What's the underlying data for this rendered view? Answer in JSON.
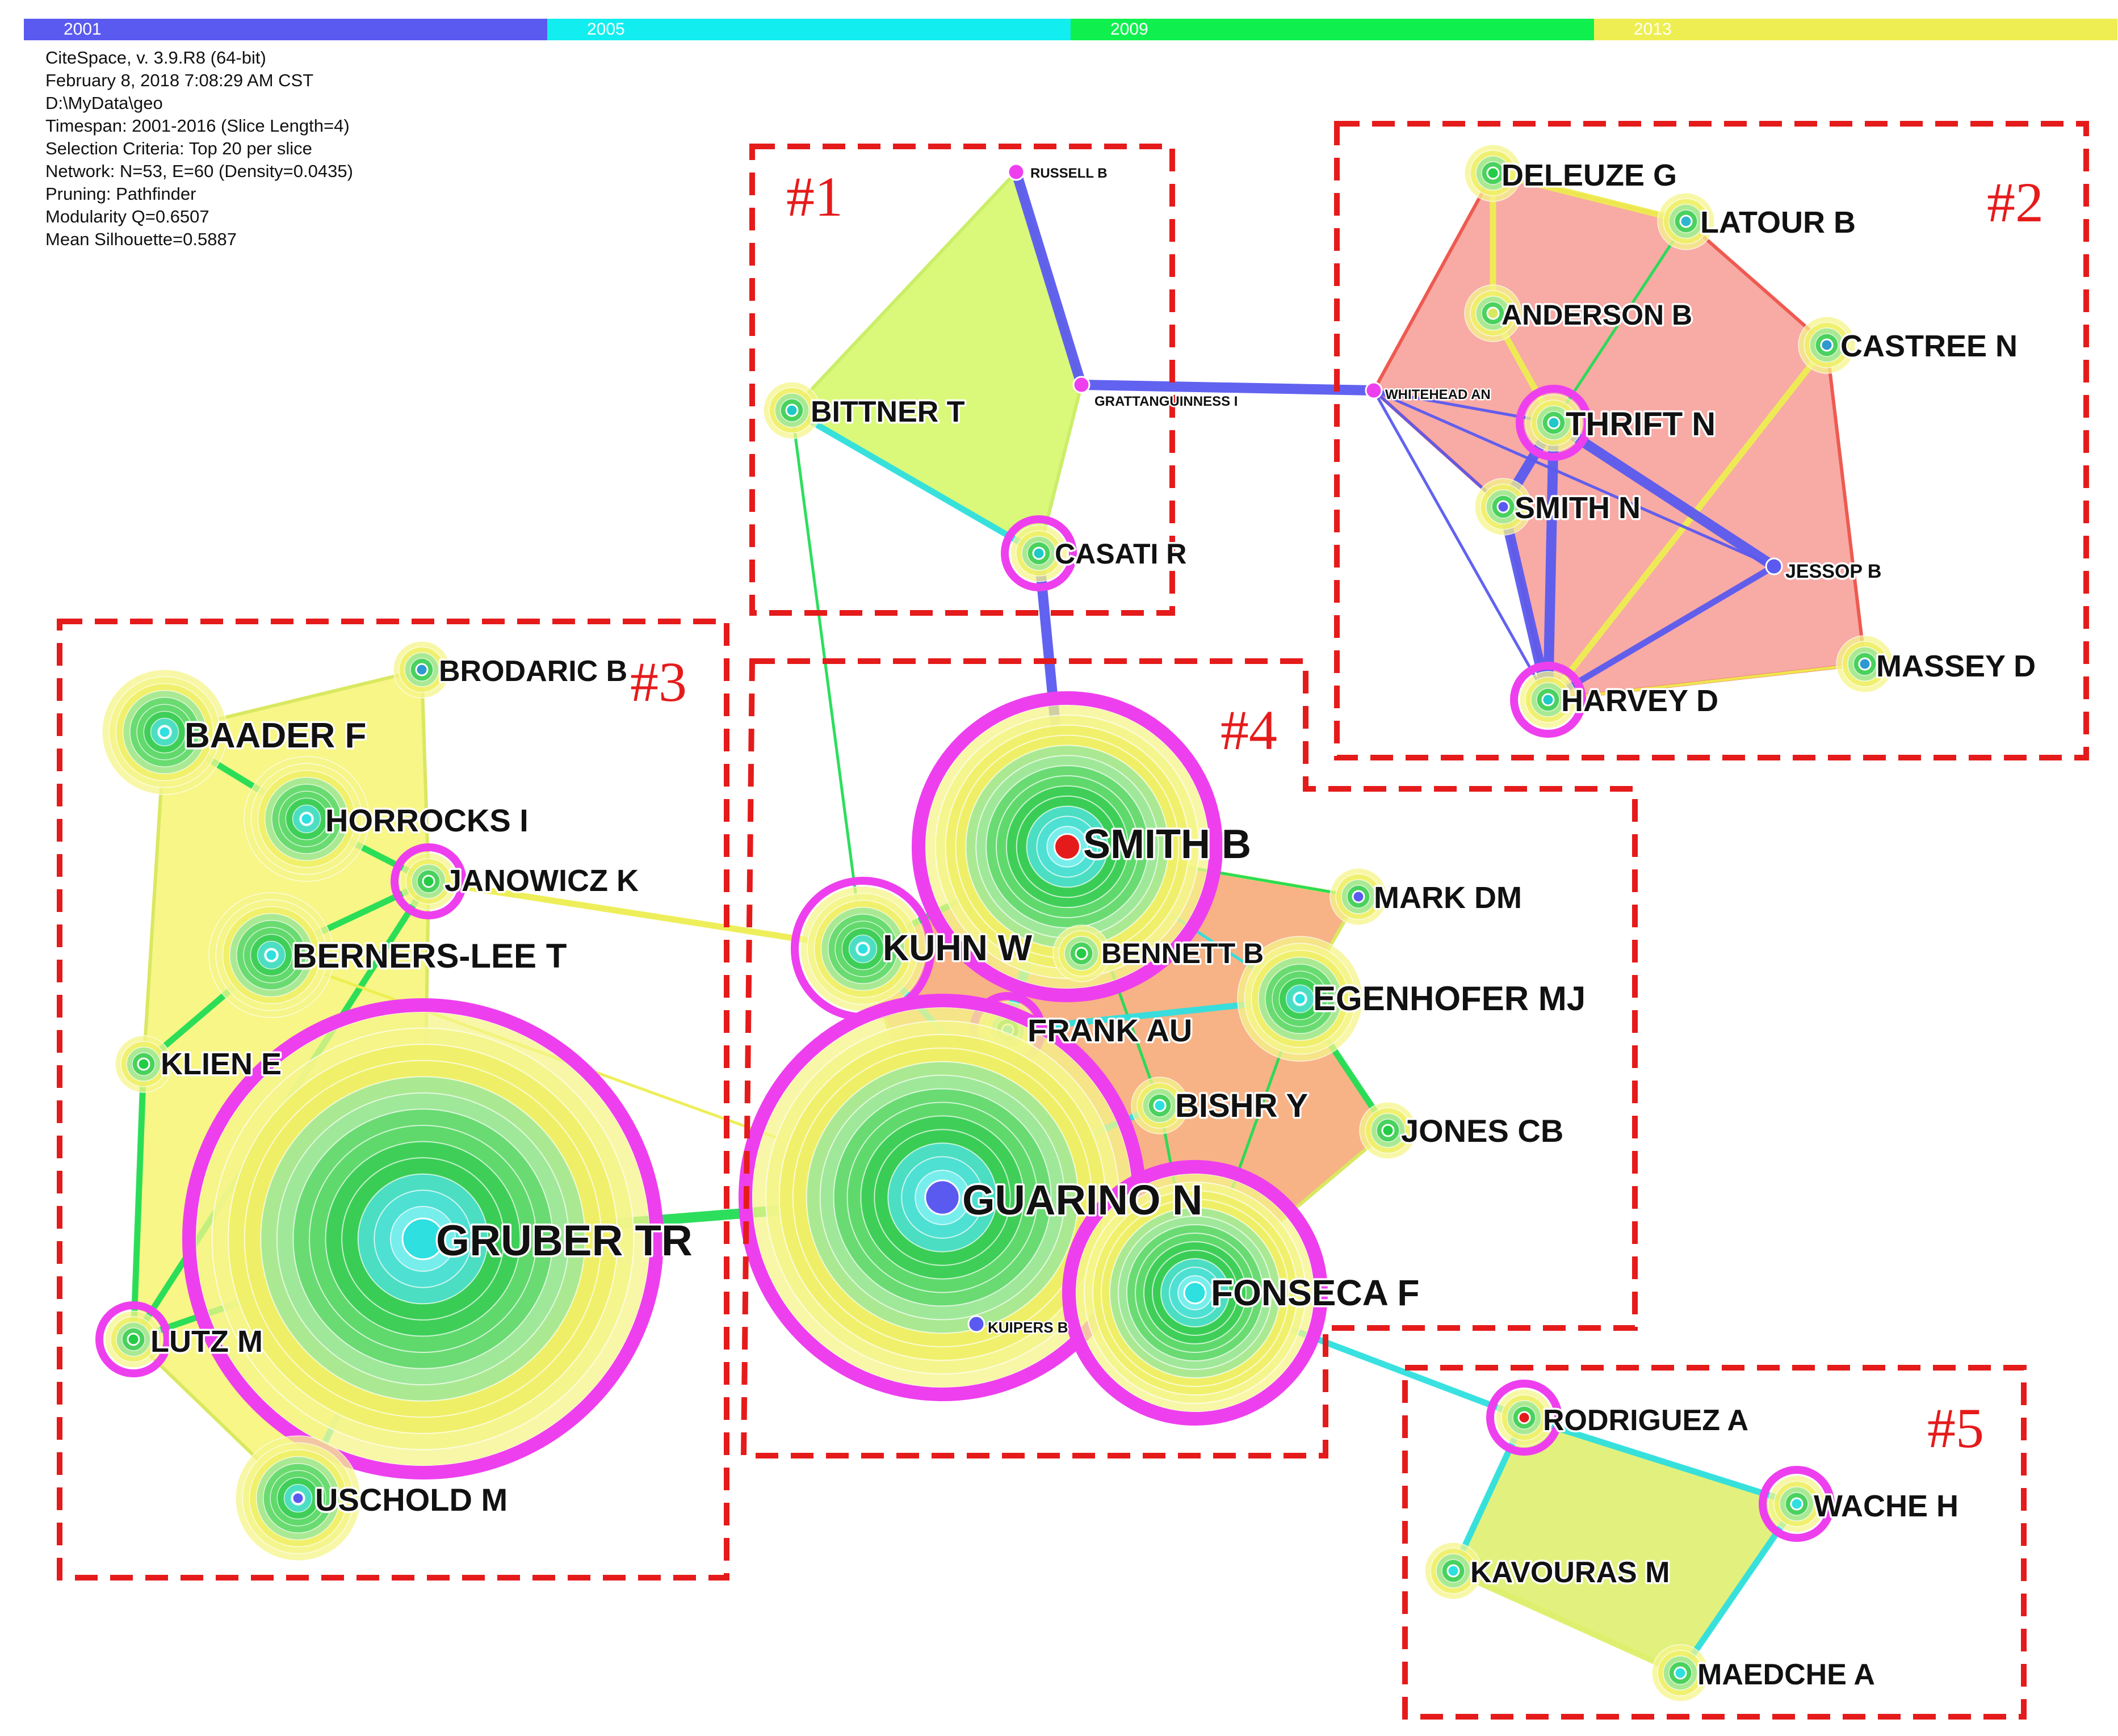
{
  "timeline": [
    {
      "label": "2001",
      "color": "#5a5af0"
    },
    {
      "label": "2005",
      "color": "#12eef0"
    },
    {
      "label": "2009",
      "color": "#0ff04e"
    },
    {
      "label": "2013",
      "color": "#eeee52"
    }
  ],
  "info": {
    "line1": "CiteSpace, v. 3.9.R8 (64-bit)",
    "line2": "February 8, 2018 7:08:29 AM CST",
    "line3": "D:\\MyData\\geo",
    "line4": "Timespan: 2001-2016 (Slice Length=4)",
    "line5": "Selection Criteria: Top 20 per slice",
    "line6": "Network: N=53, E=60 (Density=0.0435)",
    "line7": "Pruning: Pathfinder",
    "line8": "Modularity Q=0.6507",
    "line9": "Mean Silhouette=0.5887"
  },
  "colors": {
    "dash": "#e51b1b",
    "purple_ring": "#ee3fee",
    "cluster1": "#d6f76b",
    "cluster2": "#f7a19b",
    "cluster3": "#f6f57a",
    "cluster4": "#f6ab78",
    "cluster5": "#dff06f"
  },
  "clusters": [
    {
      "id": "c1",
      "label": "#1"
    },
    {
      "id": "c2",
      "label": "#2"
    },
    {
      "id": "c3",
      "label": "#3"
    },
    {
      "id": "c4",
      "label": "#4"
    },
    {
      "id": "c5",
      "label": "#5"
    }
  ],
  "nodes": [
    {
      "id": "RUSSELL B",
      "cluster": "c1",
      "label": "RUSSELL B",
      "size": "tiny",
      "center": "#ee3fee"
    },
    {
      "id": "GRATTANGUINNESS I",
      "cluster": "c1",
      "label": "GRATTANGUINNESS I",
      "size": "tiny",
      "center": "#ee3fee"
    },
    {
      "id": "BITTNER T",
      "cluster": "c1",
      "label": "BITTNER T",
      "size": "small",
      "center": "#20c8c8"
    },
    {
      "id": "CASATI R",
      "cluster": "c1",
      "label": "CASATI R",
      "size": "small",
      "center": "#20c8c8",
      "burst": true
    },
    {
      "id": "DELEUZE G",
      "cluster": "c2",
      "label": "DELEUZE G",
      "size": "small",
      "center": "#22cc44"
    },
    {
      "id": "LATOUR B",
      "cluster": "c2",
      "label": "LATOUR B",
      "size": "small",
      "center": "#2fb6cf"
    },
    {
      "id": "ANDERSON B",
      "cluster": "c2",
      "label": "ANDERSON B",
      "size": "small",
      "center": "#d8e860"
    },
    {
      "id": "CASTREE N",
      "cluster": "c2",
      "label": "CASTREE N",
      "size": "small",
      "center": "#2f99cf"
    },
    {
      "id": "WHITEHEAD AN",
      "cluster": "c2",
      "label": "WHITEHEAD AN",
      "size": "tiny",
      "center": "#ee3fee"
    },
    {
      "id": "THRIFT N",
      "cluster": "c2",
      "label": "THRIFT N",
      "size": "small",
      "center": "#20c8c8",
      "burst": true
    },
    {
      "id": "SMITH N",
      "cluster": "c2",
      "label": "SMITH N",
      "size": "small",
      "center": "#5a5af0"
    },
    {
      "id": "JESSOP B",
      "cluster": "c2",
      "label": "JESSOP B",
      "size": "tiny",
      "center": "#5a5af0"
    },
    {
      "id": "MASSEY D",
      "cluster": "c2",
      "label": "MASSEY D",
      "size": "small",
      "center": "#2f99cf"
    },
    {
      "id": "HARVEY D",
      "cluster": "c2",
      "label": "HARVEY D",
      "size": "small",
      "center": "#20c8c8",
      "burst": true
    },
    {
      "id": "BRODARIC B",
      "cluster": "c3",
      "label": "BRODARIC B",
      "size": "small",
      "center": "#2f99cf"
    },
    {
      "id": "BAADER F",
      "cluster": "c3",
      "label": "BAADER F",
      "size": "medium",
      "center": "#2fe0e0"
    },
    {
      "id": "HORROCKS I",
      "cluster": "c3",
      "label": "HORROCKS I",
      "size": "medium",
      "center": "#2fe0e0"
    },
    {
      "id": "JANOWICZ K",
      "cluster": "c3",
      "label": "JANOWICZ K",
      "size": "small",
      "center": "#22cc44",
      "burst": true
    },
    {
      "id": "BERNERS-LEE T",
      "cluster": "c3",
      "label": "BERNERS-LEE T",
      "size": "medium",
      "center": "#2fe0e0"
    },
    {
      "id": "KLIEN E",
      "cluster": "c3",
      "label": "KLIEN E",
      "size": "small",
      "center": "#22cc44"
    },
    {
      "id": "GRUBER TR",
      "cluster": "c3",
      "label": "GRUBER TR",
      "size": "huge",
      "center": "#2fe0e0",
      "burst": true
    },
    {
      "id": "LUTZ M",
      "cluster": "c3",
      "label": "LUTZ M",
      "size": "small",
      "center": "#22cc44",
      "burst": true
    },
    {
      "id": "USCHOLD M",
      "cluster": "c3",
      "label": "USCHOLD M",
      "size": "medium",
      "center": "#5a5af0"
    },
    {
      "id": "SMITH B",
      "cluster": "c4",
      "label": "SMITH B",
      "size": "large",
      "center": "#e51b1b",
      "burst": true
    },
    {
      "id": "MARK DM",
      "cluster": "c4",
      "label": "MARK DM",
      "size": "small",
      "center": "#5a5af0"
    },
    {
      "id": "KUHN W",
      "cluster": "c4",
      "label": "KUHN W",
      "size": "medium",
      "center": "#2fe0e0",
      "burst": true
    },
    {
      "id": "BENNETT B",
      "cluster": "c4",
      "label": "BENNETT B",
      "size": "small",
      "center": "#22cc44"
    },
    {
      "id": "EGENHOFER MJ",
      "cluster": "c4",
      "label": "EGENHOFER MJ",
      "size": "medium",
      "center": "#2fe0e0"
    },
    {
      "id": "FRANK AU",
      "cluster": "c4",
      "label": "FRANK AU",
      "size": "small",
      "center": "#2fe0e0",
      "burst": true
    },
    {
      "id": "BISHR Y",
      "cluster": "c4",
      "label": "BISHR Y",
      "size": "small",
      "center": "#2fe0e0"
    },
    {
      "id": "JONES CB",
      "cluster": "c4",
      "label": "JONES CB",
      "size": "small",
      "center": "#22cc44"
    },
    {
      "id": "GUARINO N",
      "cluster": "c4",
      "label": "GUARINO N",
      "size": "huge",
      "center": "#5a5af0",
      "burst": true
    },
    {
      "id": "FONSECA F",
      "cluster": "c4",
      "label": "FONSECA F",
      "size": "large",
      "center": "#2fe0e0",
      "burst": true
    },
    {
      "id": "KUIPERS B",
      "cluster": "c4",
      "label": "KUIPERS B",
      "size": "tiny",
      "center": "#5a5af0"
    },
    {
      "id": "RODRIGUEZ A",
      "cluster": "c5",
      "label": "RODRIGUEZ A",
      "size": "small",
      "center": "#e51b1b",
      "burst": true
    },
    {
      "id": "WACHE H",
      "cluster": "c5",
      "label": "WACHE H",
      "size": "small",
      "center": "#2fe0e0",
      "burst": true
    },
    {
      "id": "KAVOURAS M",
      "cluster": "c5",
      "label": "KAVOURAS M",
      "size": "small",
      "center": "#2fe0e0"
    },
    {
      "id": "MAEDCHE A",
      "cluster": "c5",
      "label": "MAEDCHE A",
      "size": "small",
      "center": "#2fe0e0"
    }
  ],
  "edges": [
    {
      "source": "RUSSELL B",
      "target": "GRATTANGUINNESS I",
      "color": "#5a5af0",
      "weight": "thick"
    },
    {
      "source": "GRATTANGUINNESS I",
      "target": "WHITEHEAD AN",
      "color": "#5a5af0",
      "weight": "thick"
    },
    {
      "source": "RUSSELL B",
      "target": "BITTNER T",
      "color": "#c8f06b",
      "weight": "thin"
    },
    {
      "source": "GRATTANGUINNESS I",
      "target": "CASATI R",
      "color": "#c8f06b",
      "weight": "thin"
    },
    {
      "source": "BITTNER T",
      "target": "CASATI R",
      "color": "#2fe0e0",
      "weight": "medium"
    },
    {
      "source": "CASATI R",
      "target": "SMITH B",
      "color": "#5a5af0",
      "weight": "thick"
    },
    {
      "source": "BITTNER T",
      "target": "KUHN W",
      "color": "#22dd55",
      "weight": "thin"
    },
    {
      "source": "DELEUZE G",
      "target": "LATOUR B",
      "color": "#eeee52",
      "weight": "medium"
    },
    {
      "source": "DELEUZE G",
      "target": "ANDERSON B",
      "color": "#eeee52",
      "weight": "medium"
    },
    {
      "source": "ANDERSON B",
      "target": "THRIFT N",
      "color": "#eeee52",
      "weight": "medium"
    },
    {
      "source": "LATOUR B",
      "target": "THRIFT N",
      "color": "#22dd55",
      "weight": "thin"
    },
    {
      "source": "CASTREE N",
      "target": "HARVEY D",
      "color": "#eeee52",
      "weight": "medium"
    },
    {
      "source": "WHITEHEAD AN",
      "target": "THRIFT N",
      "color": "#5a5af0",
      "weight": "thin"
    },
    {
      "source": "WHITEHEAD AN",
      "target": "SMITH N",
      "color": "#5a5af0",
      "weight": "thin"
    },
    {
      "source": "WHITEHEAD AN",
      "target": "HARVEY D",
      "color": "#5a5af0",
      "weight": "thin"
    },
    {
      "source": "WHITEHEAD AN",
      "target": "JESSOP B",
      "color": "#5a5af0",
      "weight": "thin"
    },
    {
      "source": "THRIFT N",
      "target": "JESSOP B",
      "color": "#5a5af0",
      "weight": "thick"
    },
    {
      "source": "THRIFT N",
      "target": "HARVEY D",
      "color": "#5a5af0",
      "weight": "thick"
    },
    {
      "source": "SMITH N",
      "target": "HARVEY D",
      "color": "#5a5af0",
      "weight": "thick"
    },
    {
      "source": "SMITH N",
      "target": "THRIFT N",
      "color": "#5a5af0",
      "weight": "thick"
    },
    {
      "source": "JESSOP B",
      "target": "HARVEY D",
      "color": "#5a5af0",
      "weight": "medium"
    },
    {
      "source": "MASSEY D",
      "target": "HARVEY D",
      "color": "#eeee52",
      "weight": "thin"
    },
    {
      "source": "BAADER F",
      "target": "HORROCKS I",
      "color": "#22dd55",
      "weight": "medium"
    },
    {
      "source": "HORROCKS I",
      "target": "JANOWICZ K",
      "color": "#22dd55",
      "weight": "medium"
    },
    {
      "source": "JANOWICZ K",
      "target": "BERNERS-LEE T",
      "color": "#22dd55",
      "weight": "medium"
    },
    {
      "source": "JANOWICZ K",
      "target": "KUHN W",
      "color": "#eeee52",
      "weight": "medium"
    },
    {
      "source": "JANOWICZ K",
      "target": "LUTZ M",
      "color": "#22dd55",
      "weight": "medium"
    },
    {
      "source": "BERNERS-LEE T",
      "target": "KLIEN E",
      "color": "#22dd55",
      "weight": "medium"
    },
    {
      "source": "BERNERS-LEE T",
      "target": "GUARINO N",
      "color": "#eeee52",
      "weight": "thin"
    },
    {
      "source": "KLIEN E",
      "target": "LUTZ M",
      "color": "#22dd55",
      "weight": "medium"
    },
    {
      "source": "LUTZ M",
      "target": "GRUBER TR",
      "color": "#22dd55",
      "weight": "medium"
    },
    {
      "source": "GRUBER TR",
      "target": "USCHOLD M",
      "color": "#2fe0e0",
      "weight": "medium"
    },
    {
      "source": "GRUBER TR",
      "target": "GUARINO N",
      "color": "#22dd55",
      "weight": "thick"
    },
    {
      "source": "SMITH B",
      "target": "KUHN W",
      "color": "#22dd55",
      "weight": "medium"
    },
    {
      "source": "SMITH B",
      "target": "MARK DM",
      "color": "#22dd55",
      "weight": "thin"
    },
    {
      "source": "SMITH B",
      "target": "BENNETT B",
      "color": "#22dd55",
      "weight": "medium"
    },
    {
      "source": "SMITH B",
      "target": "EGENHOFER MJ",
      "color": "#2fe0e0",
      "weight": "thin"
    },
    {
      "source": "SMITH B",
      "target": "FRANK AU",
      "color": "#2fe0e0",
      "weight": "medium"
    },
    {
      "source": "SMITH B",
      "target": "GUARINO N",
      "color": "#2fe0e0",
      "weight": "medium"
    },
    {
      "source": "SMITH B",
      "target": "BISHR Y",
      "color": "#22dd55",
      "weight": "thin"
    },
    {
      "source": "KUHN W",
      "target": "FONSECA F",
      "color": "#2fe0e0",
      "weight": "medium"
    },
    {
      "source": "FRANK AU",
      "target": "EGENHOFER MJ",
      "color": "#2fe0e0",
      "weight": "medium"
    },
    {
      "source": "FRANK AU",
      "target": "GUARINO N",
      "color": "#5a5af0",
      "weight": "medium"
    },
    {
      "source": "FRANK AU",
      "target": "KUIPERS B",
      "color": "#5a5af0",
      "weight": "thin"
    },
    {
      "source": "EGENHOFER MJ",
      "target": "JONES CB",
      "color": "#22dd55",
      "weight": "medium"
    },
    {
      "source": "EGENHOFER MJ",
      "target": "FONSECA F",
      "color": "#22dd55",
      "weight": "thin"
    },
    {
      "source": "GUARINO N",
      "target": "BISHR Y",
      "color": "#2fe0e0",
      "weight": "medium"
    },
    {
      "source": "GUARINO N",
      "target": "FONSECA F",
      "color": "#2fe0e0",
      "weight": "medium"
    },
    {
      "source": "GUARINO N",
      "target": "KUIPERS B",
      "color": "#5a5af0",
      "weight": "medium"
    },
    {
      "source": "BISHR Y",
      "target": "FONSECA F",
      "color": "#22dd55",
      "weight": "thin"
    },
    {
      "source": "FONSECA F",
      "target": "RODRIGUEZ A",
      "color": "#2fe0e0",
      "weight": "medium"
    },
    {
      "source": "RODRIGUEZ A",
      "target": "WACHE H",
      "color": "#2fe0e0",
      "weight": "medium"
    },
    {
      "source": "RODRIGUEZ A",
      "target": "KAVOURAS M",
      "color": "#2fe0e0",
      "weight": "medium"
    },
    {
      "source": "WACHE H",
      "target": "MAEDCHE A",
      "color": "#2fe0e0",
      "weight": "medium"
    },
    {
      "source": "KAVOURAS M",
      "target": "MAEDCHE A",
      "color": "#dff06f",
      "weight": "medium"
    }
  ]
}
